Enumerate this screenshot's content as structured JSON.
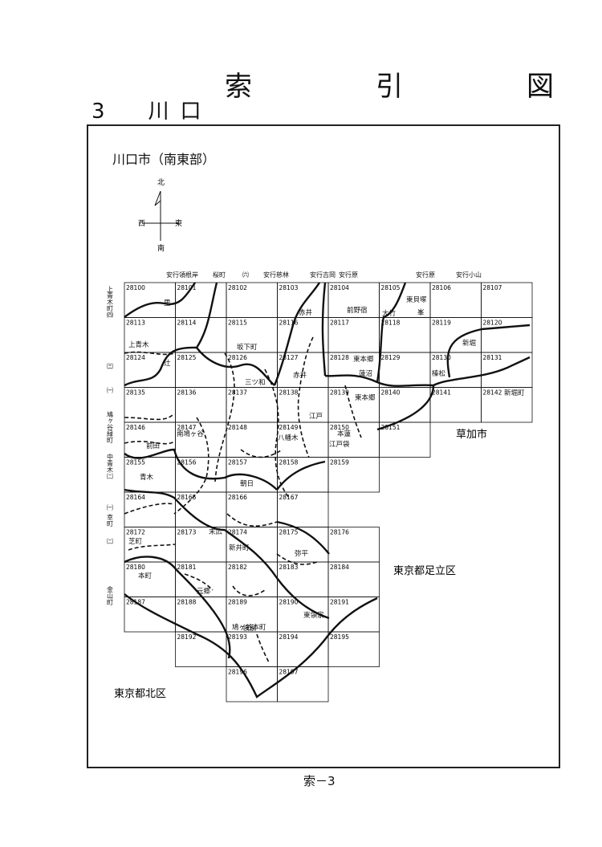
{
  "title": "索　引　図",
  "section": {
    "number": "3",
    "name": "川口"
  },
  "section_heading": "3　川口",
  "map_subtitle": "川口市（南東部）",
  "compass": {
    "north": "北",
    "south": "南",
    "east": "東",
    "west": "西"
  },
  "top_labels": [
    "安行領根岸",
    "桜町",
    "㈥",
    "安行慈林",
    "安行吉岡",
    "安行原",
    "安行原",
    "安行小山"
  ],
  "left_labels": [
    "上青木町㈣",
    "㈢",
    "㈠",
    "鳩ヶ谷緑町",
    "中青木㈡",
    "㈠",
    "幸町",
    "㈡",
    "金山町"
  ],
  "outside_labels": {
    "soka": "草加市",
    "adachi": "東京都足立区",
    "kita": "東京都北区"
  },
  "sheets": [
    {
      "no": "28100",
      "r": 0,
      "c": 0
    },
    {
      "no": "28101",
      "r": 0,
      "c": 1
    },
    {
      "no": "28102",
      "r": 0,
      "c": 2
    },
    {
      "no": "28103",
      "r": 0,
      "c": 3
    },
    {
      "no": "28104",
      "r": 0,
      "c": 4
    },
    {
      "no": "28105",
      "r": 0,
      "c": 5
    },
    {
      "no": "28106",
      "r": 0,
      "c": 6
    },
    {
      "no": "28107",
      "r": 0,
      "c": 7
    },
    {
      "no": "28113",
      "r": 1,
      "c": 0
    },
    {
      "no": "28114",
      "r": 1,
      "c": 1
    },
    {
      "no": "28115",
      "r": 1,
      "c": 2
    },
    {
      "no": "28116",
      "r": 1,
      "c": 3
    },
    {
      "no": "28117",
      "r": 1,
      "c": 4
    },
    {
      "no": "28118",
      "r": 1,
      "c": 5
    },
    {
      "no": "28119",
      "r": 1,
      "c": 6
    },
    {
      "no": "28120",
      "r": 1,
      "c": 7
    },
    {
      "no": "28124",
      "r": 2,
      "c": 0
    },
    {
      "no": "28125",
      "r": 2,
      "c": 1
    },
    {
      "no": "28126",
      "r": 2,
      "c": 2
    },
    {
      "no": "28127",
      "r": 2,
      "c": 3
    },
    {
      "no": "28128",
      "r": 2,
      "c": 4
    },
    {
      "no": "28129",
      "r": 2,
      "c": 5
    },
    {
      "no": "28130",
      "r": 2,
      "c": 6
    },
    {
      "no": "28131",
      "r": 2,
      "c": 7
    },
    {
      "no": "28135",
      "r": 3,
      "c": 0
    },
    {
      "no": "28136",
      "r": 3,
      "c": 1
    },
    {
      "no": "28137",
      "r": 3,
      "c": 2
    },
    {
      "no": "28138",
      "r": 3,
      "c": 3
    },
    {
      "no": "28139",
      "r": 3,
      "c": 4
    },
    {
      "no": "28140",
      "r": 3,
      "c": 5
    },
    {
      "no": "28141",
      "r": 3,
      "c": 6
    },
    {
      "no": "28142",
      "r": 3,
      "c": 7
    },
    {
      "no": "28146",
      "r": 4,
      "c": 0
    },
    {
      "no": "28147",
      "r": 4,
      "c": 1
    },
    {
      "no": "28148",
      "r": 4,
      "c": 2
    },
    {
      "no": "28149",
      "r": 4,
      "c": 3
    },
    {
      "no": "28150",
      "r": 4,
      "c": 4
    },
    {
      "no": "28151",
      "r": 4,
      "c": 5
    },
    {
      "no": "28155",
      "r": 5,
      "c": 0
    },
    {
      "no": "28156",
      "r": 5,
      "c": 1
    },
    {
      "no": "28157",
      "r": 5,
      "c": 2
    },
    {
      "no": "28158",
      "r": 5,
      "c": 3
    },
    {
      "no": "28159",
      "r": 5,
      "c": 4
    },
    {
      "no": "28164",
      "r": 6,
      "c": 0
    },
    {
      "no": "28165",
      "r": 6,
      "c": 1
    },
    {
      "no": "28166",
      "r": 6,
      "c": 2
    },
    {
      "no": "28167",
      "r": 6,
      "c": 3
    },
    {
      "no": "28172",
      "r": 7,
      "c": 0
    },
    {
      "no": "28173",
      "r": 7,
      "c": 1
    },
    {
      "no": "28174",
      "r": 7,
      "c": 2
    },
    {
      "no": "28175",
      "r": 7,
      "c": 3
    },
    {
      "no": "28176",
      "r": 7,
      "c": 4
    },
    {
      "no": "28180",
      "r": 8,
      "c": 0
    },
    {
      "no": "28181",
      "r": 8,
      "c": 1
    },
    {
      "no": "28182",
      "r": 8,
      "c": 2
    },
    {
      "no": "28183",
      "r": 8,
      "c": 3
    },
    {
      "no": "28184",
      "r": 8,
      "c": 4
    },
    {
      "no": "28187",
      "r": 9,
      "c": 0
    },
    {
      "no": "28188",
      "r": 9,
      "c": 1
    },
    {
      "no": "28189",
      "r": 9,
      "c": 2
    },
    {
      "no": "28190",
      "r": 9,
      "c": 3
    },
    {
      "no": "28191",
      "r": 9,
      "c": 4
    },
    {
      "no": "28192",
      "r": 10,
      "c": 1
    },
    {
      "no": "28193",
      "r": 10,
      "c": 2
    },
    {
      "no": "28194",
      "r": 10,
      "c": 3
    },
    {
      "no": "28195",
      "r": 10,
      "c": 4
    },
    {
      "no": "28196",
      "r": 11,
      "c": 2
    },
    {
      "no": "28197",
      "r": 11,
      "c": 3
    }
  ],
  "place_names": [
    "里",
    "東貝塚",
    "峯",
    "赤井",
    "前野宿",
    "大竹",
    "上青木",
    "坂下町",
    "新堀",
    "辻",
    "東本郷",
    "蓮沼",
    "榛松",
    "三ツ和",
    "赤井",
    "東本郷",
    "江戸",
    "新堀町",
    "前田",
    "南鳩ヶ谷",
    "八幡木",
    "本蓮",
    "江戸袋",
    "青木",
    "朝日",
    "末広",
    "新井町",
    "芝町",
    "弥平",
    "本町",
    "元郷",
    "東領家",
    "領家",
    "鳩ヶ谷本町"
  ],
  "footer": "索－3"
}
